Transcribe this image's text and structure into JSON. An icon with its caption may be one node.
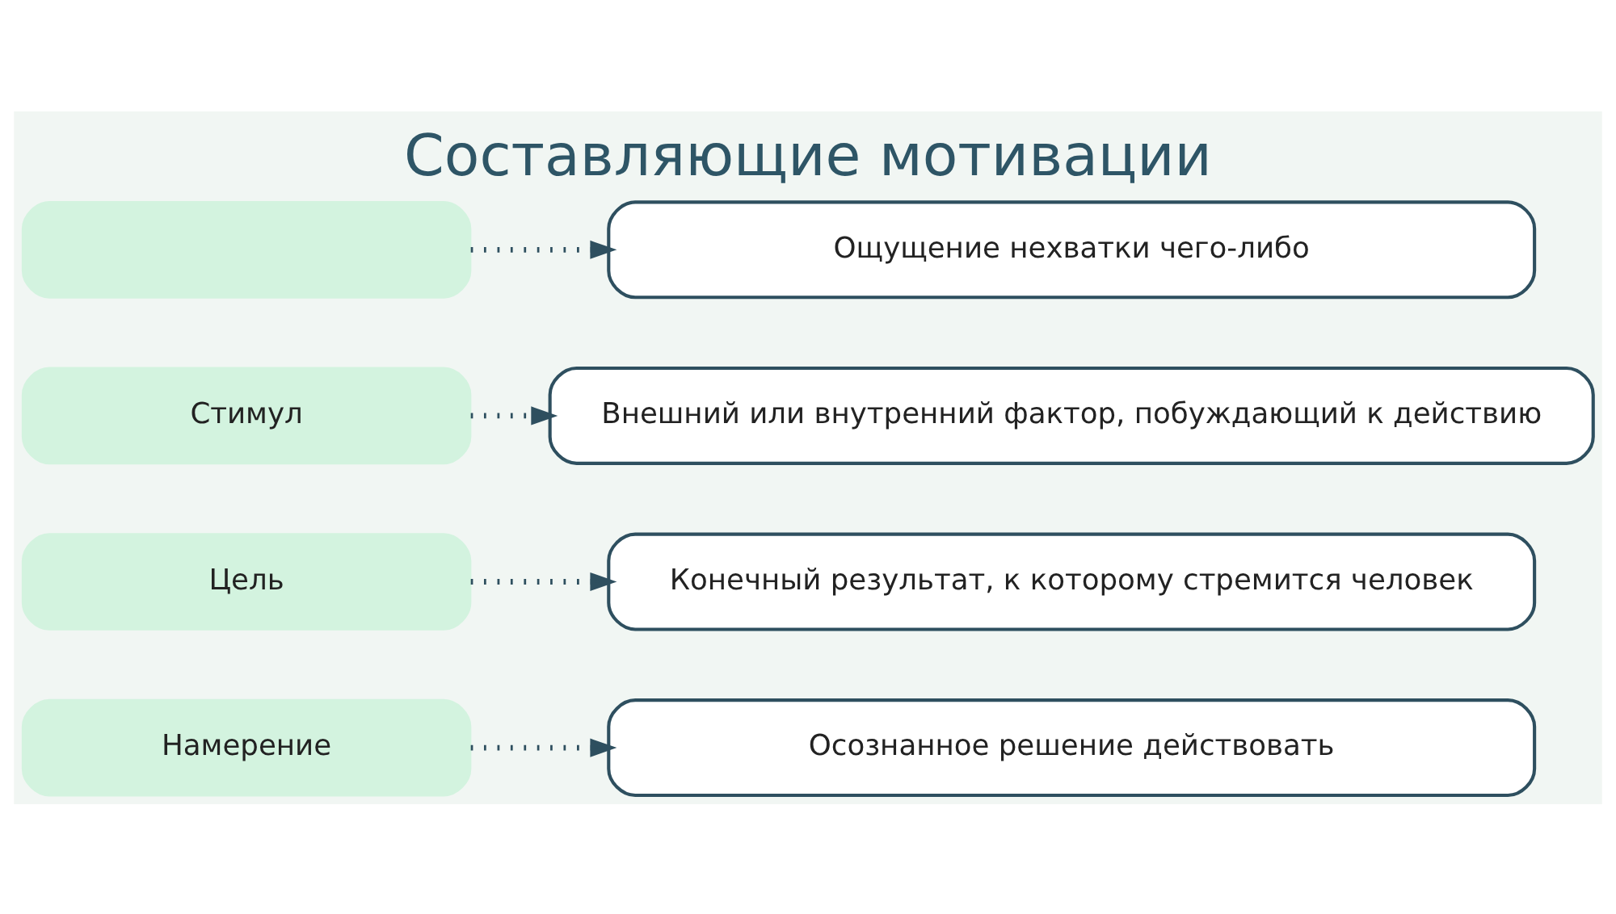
{
  "diagram": {
    "title": "Составляющие мотивации",
    "nodes": [
      {
        "text": [],
        "shape": "box"
      },
      {
        "text": [
          "Ощущение нехватки чего-либо"
        ]
      },
      {
        "text": [
          "Стимул"
        ]
      },
      {
        "text": [
          "Внешний или внутренний фактор, побуждающий к действию"
        ]
      },
      {
        "text": [
          "Цель"
        ]
      },
      {
        "text": [
          "Конечный результат, к которому стремится человек"
        ]
      },
      {
        "text": [
          "Намерение"
        ]
      },
      {
        "text": [
          "Осознанное решение действовать"
        ]
      }
    ],
    "edges": [
      {
        "from": 0,
        "to": 1,
        "arrow": "to",
        "style": "dashed"
      },
      {
        "from": 2,
        "to": 3,
        "arrow": "to",
        "style": "dashed"
      },
      {
        "from": 4,
        "to": 5,
        "arrow": "to",
        "style": "dashed"
      },
      {
        "from": 6,
        "to": 7,
        "arrow": "to",
        "style": "dashed"
      }
    ]
  }
}
